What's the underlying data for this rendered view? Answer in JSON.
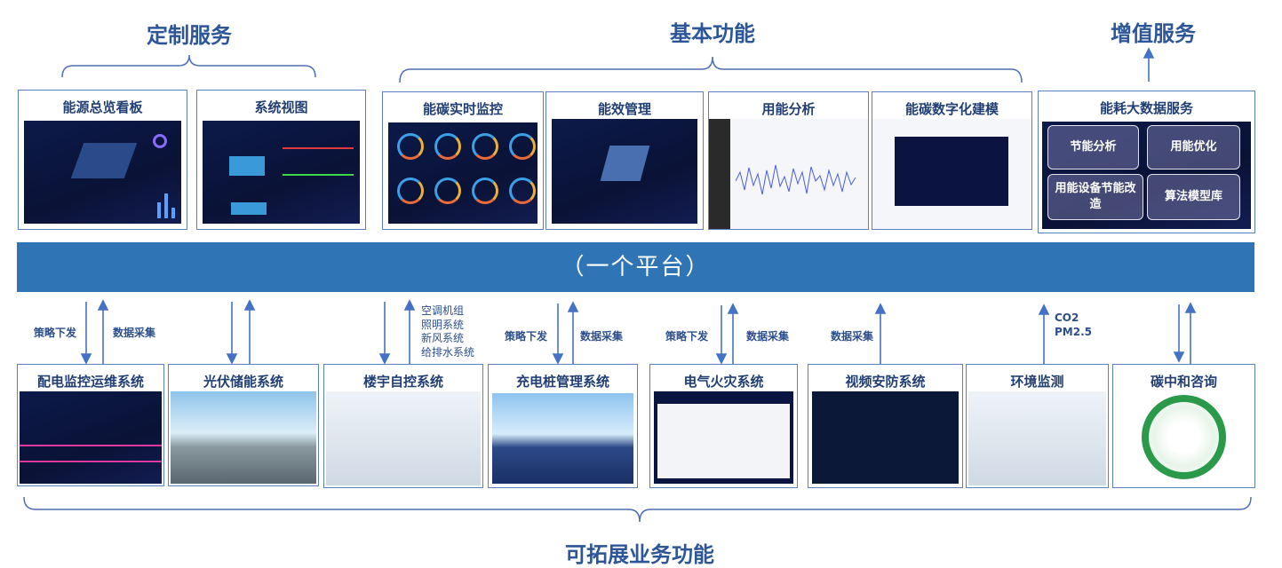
{
  "headers": {
    "custom": "定制服务",
    "basic": "基本功能",
    "value_added": "增值服务",
    "extensible": "可拓展业务功能"
  },
  "platform": "（一个平台）",
  "top_cards": [
    "能源总览看板",
    "系统视图",
    "能碳实时监控",
    "能效管理",
    "用能分析",
    "能碳数字化建模",
    "能耗大数据服务"
  ],
  "value_boxes": [
    "节能分析",
    "用能优化",
    "用能设备节能改造",
    "算法模型库"
  ],
  "bottom_cards": [
    "配电监控运维系统",
    "光伏储能系统",
    "楼宇自控系统",
    "充电桩管理系统",
    "电气火灾系统",
    "视频安防系统",
    "环境监测",
    "碳中和咨询"
  ],
  "labels": {
    "strategy": "策略下发",
    "data": "数据采集"
  },
  "building_subsystems": [
    "空调机组",
    "照明系统",
    "新风系统",
    "给排水系统"
  ],
  "env_metrics": [
    "CO2",
    "PM2.5"
  ],
  "colors": {
    "title": "#2d5699",
    "platform": "#2f74b5",
    "arrow": "#4472c4",
    "border": "#5b7fbf"
  }
}
